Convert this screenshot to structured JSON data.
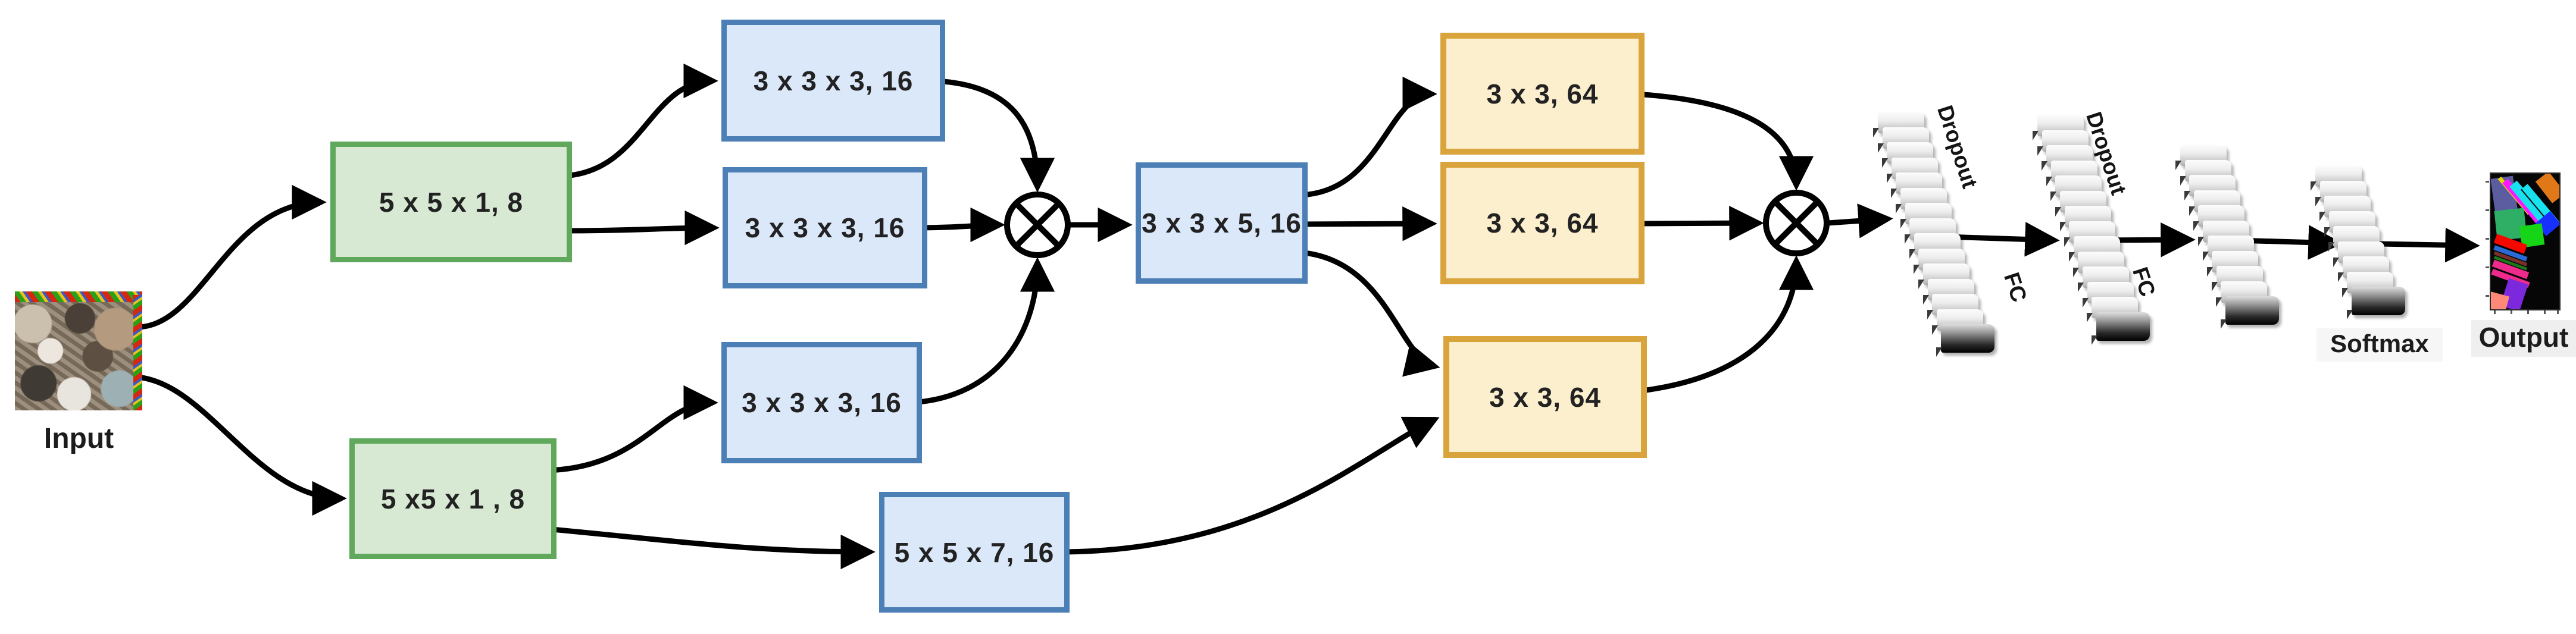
{
  "boxes": {
    "green_top": {
      "label": "5 x 5 x 1, 8"
    },
    "green_bottom": {
      "label": "5 x5 x 1 , 8"
    },
    "blue_branch_top": {
      "label": "3 x 3 x 3, 16"
    },
    "blue_branch_mid": {
      "label": "3 x 3 x 3, 16"
    },
    "blue_branch_low": {
      "label": "3 x 3 x 3, 16"
    },
    "blue_5x5x7": {
      "label": "5 x 5 x 7, 16"
    },
    "blue_merge": {
      "label": "3 x 3 x 5, 16"
    },
    "yellow_top": {
      "label": "3 x 3, 64"
    },
    "yellow_mid": {
      "label": "3 x 3, 64"
    },
    "yellow_bottom": {
      "label": "3 x 3, 64"
    }
  },
  "annotations": {
    "input": "Input",
    "output": "Output",
    "dropout_1": "Dropout",
    "fc_1": "FC",
    "dropout_2": "Dropout",
    "fc_2": "FC",
    "softmax": "Softmax"
  },
  "merge_nodes": [
    {
      "symbol": "circled-times"
    },
    {
      "symbol": "circled-times"
    }
  ],
  "stacks": [
    {
      "bricks": 15
    },
    {
      "bricks": 14
    },
    {
      "bricks": 11
    },
    {
      "bricks": 9
    }
  ],
  "colors": {
    "green_fill": "#d7e8d3",
    "green_stroke": "#5fa85c",
    "blue_fill": "#dbe8fa",
    "blue_stroke": "#4c7fb5",
    "yellow_fill": "#fcefcd",
    "yellow_stroke": "#d9a43b",
    "wire": "#000000"
  }
}
